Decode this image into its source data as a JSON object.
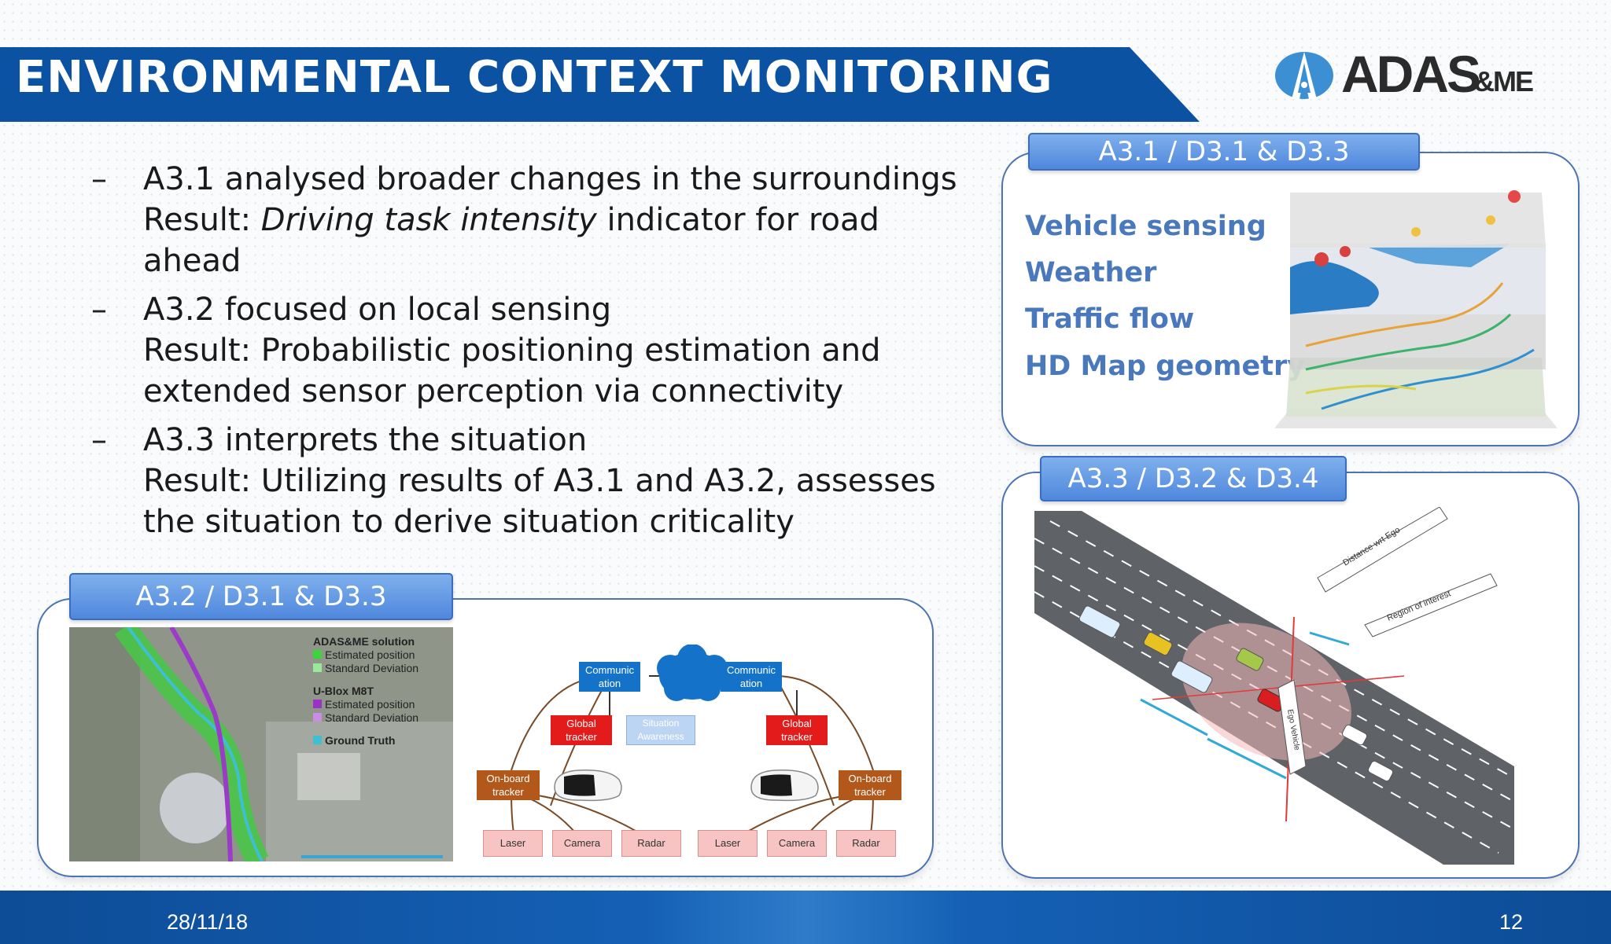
{
  "slide": {
    "title": "ENVIRONMENTAL CONTEXT MONITORING",
    "logo": {
      "text": "ADAS",
      "suffix": "&ME",
      "name": "ADAS&ME logo"
    },
    "bullets": [
      {
        "dash": "–",
        "line1": "A3.1 analysed  broader changes in the surroundings",
        "line2_prefix": "Result: ",
        "line2_italic": "Driving task intensity",
        "line2_suffix": " indicator for road",
        "line3": "ahead"
      },
      {
        "dash": "–",
        "line1": "A3.2 focused on local sensing",
        "line2": "Result: Probabilistic positioning estimation and",
        "line3": "extended sensor perception via connectivity"
      },
      {
        "dash": "–",
        "line1": "A3.3 interprets the situation",
        "line2": "Result: Utilizing results of A3.1 and A3.2, assesses",
        "line3": "the situation to derive situation criticality"
      }
    ],
    "box_a31": {
      "tab": "A3.1 / D3.1 & D3.3",
      "layers": [
        "Vehicle sensing",
        "Weather",
        "Traffic flow",
        "HD Map geometry"
      ]
    },
    "box_a32": {
      "tab": "A3.2 / D3.1 & D3.3",
      "map_legend": {
        "group1_title": "ADAS&ME solution",
        "group1_items": [
          "Estimated position",
          "Standard Deviation"
        ],
        "group2_title": "U-Blox M8T",
        "group2_items": [
          "Estimated position",
          "Standard Deviation"
        ],
        "ground_truth": "Ground Truth"
      },
      "diagram": {
        "communication_left": "Communic\nation",
        "communication_right": "Communic\nation",
        "global_tracker_left": "Global\ntracker",
        "global_tracker_right": "Global\ntracker",
        "awareness": "Situation\nAwareness",
        "onboard_left": "On-board\ntracker",
        "onboard_right": "On-board\ntracker",
        "sensors_left": [
          "Laser",
          "Camera",
          "Radar"
        ],
        "sensors_right": [
          "Laser",
          "Camera",
          "Radar"
        ]
      }
    },
    "box_a33": {
      "tab": "A3.3 / D3.2 & D3.4",
      "labels": {
        "distance": "Distance wrt Ego",
        "region": "Region of interest",
        "ego": "Ego Vehicle"
      }
    },
    "footer": {
      "date": "28/11/18",
      "page": "12"
    }
  },
  "colors": {
    "title_bar": "#0b52a3",
    "tab_fill": "#5b8fe0",
    "layer_text": "#4a78bc",
    "box_border": "#4c74b2",
    "footer": "#1560b5",
    "node_blue": "#1473c8",
    "node_red": "#e31b1b",
    "node_brown": "#b3581b",
    "node_pink": "#f7c3c3"
  }
}
